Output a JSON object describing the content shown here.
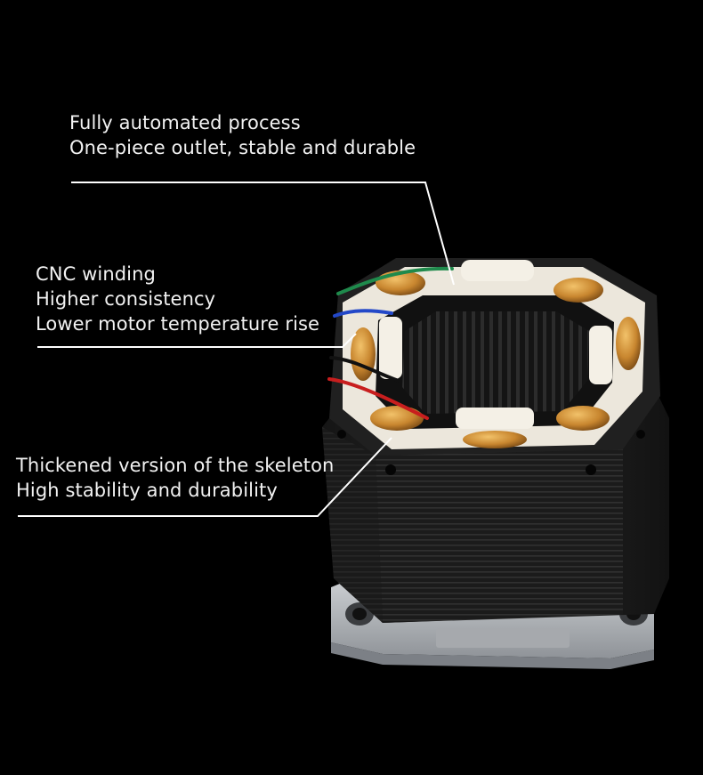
{
  "callouts": {
    "automation": {
      "line1": "Fully automated process",
      "line2": "One-piece outlet, stable and durable"
    },
    "winding": {
      "line1": "CNC winding",
      "line2": "Higher consistency",
      "line3": "Lower motor temperature rise"
    },
    "skeleton": {
      "line1": "Thickened version of the skeleton",
      "line2": "High stability and durability"
    }
  },
  "colors": {
    "background": "#000000",
    "text": "#f2f2f2",
    "leader_line": "#ffffff",
    "lamination": "#1c1c1c",
    "bobbin": "#ece7dc",
    "copper": "#c8862f",
    "aluminum_base": "#b9bcc0",
    "wire_green": "#1f8a4c",
    "wire_blue": "#2348c8",
    "wire_black": "#111111",
    "wire_red": "#c81e1e"
  },
  "image": {
    "subject": "stepper-motor-stator",
    "icon": "motor-photo"
  }
}
